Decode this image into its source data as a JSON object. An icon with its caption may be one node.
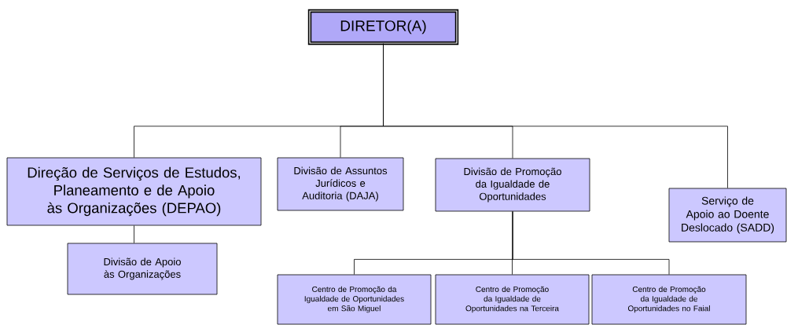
{
  "diagram": {
    "nodes": [
      {
        "text": [
          "DIRETOR(A)"
        ]
      },
      {
        "text": [
          "Direção de Serviços de Estudos, Planeamento e de Apoio às Organizações (DEPAO)"
        ]
      },
      {
        "text": [
          "Divisão de Assuntos Jurídicos e Auditoria (DAJA)"
        ]
      },
      {
        "text": [
          "Divisão de Promoção da Igualdade de Oportunidades"
        ]
      },
      {
        "text": [
          "Serviço de Apoio ao Doente Deslocado (SADD)"
        ]
      },
      {
        "text": [
          "Divisão de Apoio às Organizações"
        ]
      },
      {
        "text": [
          "Centro de Promoção da Igualdade de Oportunidades em São Miguel"
        ]
      },
      {
        "text": [
          "Centro de Promoção da Igualdade de Oportunidades na Terceira"
        ]
      },
      {
        "text": [
          "Centro de Promoção da Igualdade de Oportunidades no Faial"
        ]
      }
    ],
    "edges": [
      {
        "from": 0,
        "to": 1,
        "arrow": "none"
      },
      {
        "from": 0,
        "to": 2,
        "arrow": "none"
      },
      {
        "from": 0,
        "to": 3,
        "arrow": "none"
      },
      {
        "from": 0,
        "to": 4,
        "arrow": "none"
      },
      {
        "from": 1,
        "to": 5,
        "arrow": "none"
      },
      {
        "from": 3,
        "to": 6,
        "arrow": "none"
      },
      {
        "from": 3,
        "to": 7,
        "arrow": "none"
      },
      {
        "from": 3,
        "to": 8,
        "arrow": "none"
      }
    ]
  }
}
